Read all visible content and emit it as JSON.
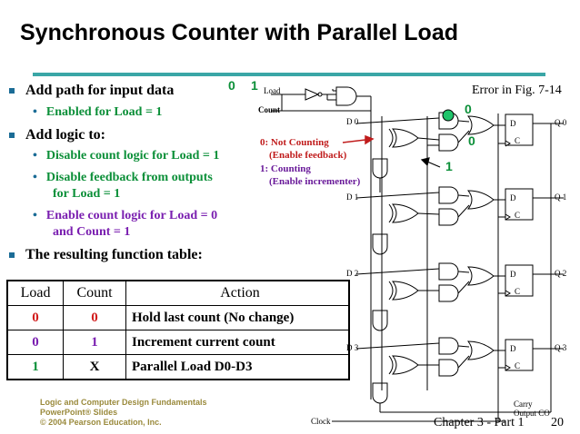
{
  "title": "Synchronous Counter with Parallel Load",
  "error_note": "Error in Fig. 7-14",
  "bullets": [
    {
      "text": "Add path for input data",
      "subs": [
        {
          "text": "Enabled for Load = 1",
          "color": "green"
        }
      ]
    },
    {
      "text": "Add logic to:",
      "subs": [
        {
          "text": "Disable count logic for Load = 1",
          "color": "green"
        },
        {
          "text": "Disable feedback from outputs",
          "color": "green"
        },
        {
          "text": "for Load = 1",
          "color": "green"
        },
        {
          "text": "Enable count logic for Load = 0",
          "color": "purple"
        },
        {
          "text": "and Count = 1",
          "color": "purple"
        }
      ]
    },
    {
      "text": "The resulting function table:",
      "subs": []
    }
  ],
  "table": {
    "headers": [
      "Load",
      "Count",
      "Action"
    ],
    "rows": [
      [
        "0",
        "0",
        "Hold last count (No change)"
      ],
      [
        "0",
        "1",
        "Increment current count"
      ],
      [
        "1",
        "X",
        "Parallel Load D0-D3"
      ]
    ]
  },
  "circuit": {
    "load_value": "0",
    "load_value2": "1",
    "load_label": "Load",
    "count_label": "Count",
    "clock_label": "Clock",
    "carry_label1": "Carry",
    "carry_label2": "Output CO",
    "d_inputs": [
      "D 0",
      "D 1",
      "D 2",
      "D 3"
    ],
    "q_outputs": [
      "Q 0",
      "Q 1",
      "Q 2",
      "Q 3"
    ],
    "ff_d": "D",
    "ff_c": "C",
    "annot_red1": "0: Not Counting",
    "annot_red2": "(Enable feedback)",
    "annot_pur1": "1: Counting",
    "annot_pur2": "(Enable incrementer)",
    "green_0a": "0",
    "green_0b": "0",
    "green_1": "1"
  },
  "footer": {
    "line1": "Logic and Computer Design Fundamentals",
    "line2": "PowerPoint® Slides",
    "line3": "© 2004 Pearson Education, Inc."
  },
  "chapter": "Chapter 3 - Part 1",
  "page": "20",
  "colors": {
    "rule": "#3aa6a6",
    "green": "#0b8f38",
    "red": "#d21d1d",
    "purple": "#7a1fb0",
    "bullet": "#1b6c96"
  }
}
